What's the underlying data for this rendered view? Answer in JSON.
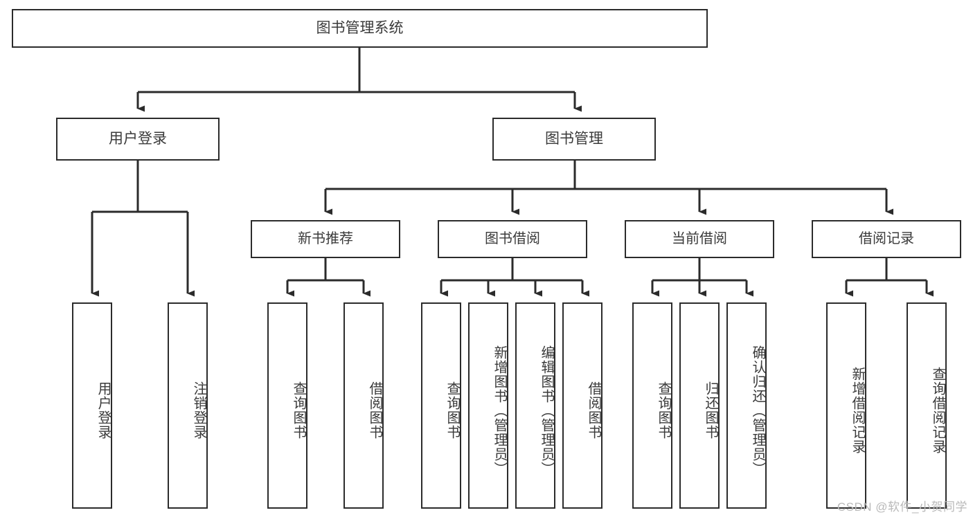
{
  "diagram": {
    "title": "图书管理系统",
    "type": "tree-hierarchy",
    "watermark": "CSDN @软件_小贺同学",
    "root": {
      "id": "root",
      "label": "图书管理系统"
    },
    "level1": [
      {
        "id": "user-login",
        "label": "用户登录"
      },
      {
        "id": "book-manage",
        "label": "图书管理"
      }
    ],
    "level2": [
      {
        "id": "new-book-recommend",
        "label": "新书推荐",
        "parent": "book-manage"
      },
      {
        "id": "book-borrow",
        "label": "图书借阅",
        "parent": "book-manage"
      },
      {
        "id": "current-borrow",
        "label": "当前借阅",
        "parent": "book-manage"
      },
      {
        "id": "borrow-record",
        "label": "借阅记录",
        "parent": "book-manage"
      }
    ],
    "leaves": [
      {
        "id": "leaf-user-login",
        "label": "用户登录",
        "parent": "user-login"
      },
      {
        "id": "leaf-user-logout",
        "label": "注销登录",
        "parent": "user-login"
      },
      {
        "id": "leaf-rec-query-book",
        "label": "查询图书",
        "parent": "new-book-recommend"
      },
      {
        "id": "leaf-rec-borrow-book",
        "label": "借阅图书",
        "parent": "new-book-recommend"
      },
      {
        "id": "leaf-borrow-query-book",
        "label": "查询图书",
        "parent": "book-borrow"
      },
      {
        "id": "leaf-borrow-add-book",
        "label": "新增图书（管理员）",
        "parent": "book-borrow"
      },
      {
        "id": "leaf-borrow-edit-book",
        "label": "编辑图书（管理员）",
        "parent": "book-borrow"
      },
      {
        "id": "leaf-borrow-borrow-book",
        "label": "借阅图书",
        "parent": "book-borrow"
      },
      {
        "id": "leaf-current-query-book",
        "label": "查询图书",
        "parent": "current-borrow"
      },
      {
        "id": "leaf-current-return-book",
        "label": "归还图书",
        "parent": "current-borrow"
      },
      {
        "id": "leaf-current-confirm-return",
        "label": "确认归还（管理员）",
        "parent": "current-borrow"
      },
      {
        "id": "leaf-record-add",
        "label": "新增借阅记录",
        "parent": "borrow-record"
      },
      {
        "id": "leaf-record-query",
        "label": "查询借阅记录",
        "parent": "borrow-record"
      }
    ],
    "colors": {
      "border": "#2b2b2b",
      "text": "#3a3a3a",
      "background": "#ffffff",
      "connector": "#2b2b2b",
      "watermark": "#b9b9b9"
    }
  }
}
